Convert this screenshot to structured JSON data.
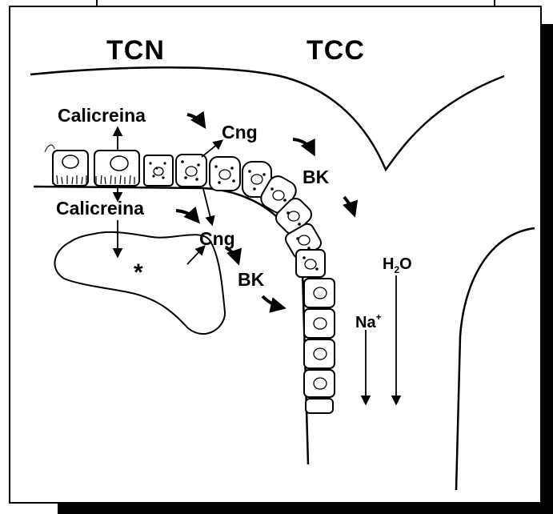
{
  "diagram": {
    "header_left": "TCN",
    "header_right": "TCC",
    "labels": {
      "calicreina_top": "Calicreina",
      "calicreina_bottom": "Calicreina",
      "cng_top": "Cng",
      "cng_bottom": "Cng",
      "bk_top": "BK",
      "bk_bottom": "BK",
      "asterisk": "*",
      "h2o_h": "H",
      "h2o_sub": "2",
      "h2o_o": "O",
      "na": "Na",
      "na_sup": "+"
    }
  }
}
